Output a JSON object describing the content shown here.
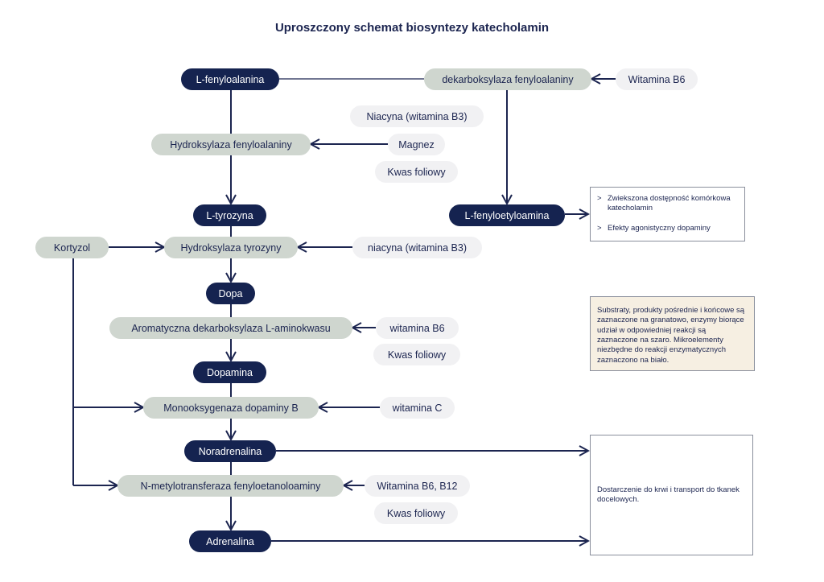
{
  "title": "Uproszczony schemat biosyntezy katecholamin",
  "substrates": {
    "l_fenyloalanina": "L-fenyloalanina",
    "l_tyrozyna": "L-tyrozyna",
    "dopa": "Dopa",
    "dopamina": "Dopamina",
    "noradrenalina": "Noradrenalina",
    "adrenalina": "Adrenalina",
    "l_fenyloetyloamina": "L-fenyloetyloamina"
  },
  "enzymes": {
    "dekarboksylaza_fenyloalaniny": "dekarboksylaza fenyloalaniny",
    "hydroksylaza_fenyloalaniny": "Hydroksylaza fenyloalaniny",
    "hydroksylaza_tyrozyny": "Hydroksylaza tyrozyny",
    "aromatyczna_dekarboksylaza": "Aromatyczna dekarboksylaza L-aminokwasu",
    "monooksygenaza": "Monooksygenaza dopaminy B",
    "n_metylotransferaza": "N-metylotransferaza fenyloetanoloaminy",
    "kortyzol": "Kortyzol"
  },
  "cofactors": {
    "witamina_b6_top": "Witamina B6",
    "niacyna_b3": "Niacyna (witamina B3)",
    "magnez": "Magnez",
    "kwas_foliowy_1": "Kwas foliowy",
    "niacyna_b3_lower": "niacyna (witamina B3)",
    "witamina_b6": "witamina B6",
    "kwas_foliowy_2": "Kwas foliowy",
    "witamina_c": "witamina C",
    "witamina_b6_b12": "Witamina B6, B12",
    "kwas_foliowy_3": "Kwas foliowy"
  },
  "notes": {
    "effects": [
      "Zwiekszona dostępność komórkowa katecholamin",
      "Efekty agonistyczny dopaminy"
    ],
    "bullet": ">",
    "legend": "Substraty, produkty pośrednie i końcowe są zaznaczone na granatowo, enzymy biorące udział w odpowiedniej reakcji są zaznaczone na szaro. Mikroelementy niezbędne do reakcji enzymatycznych zaznaczono na biało.",
    "transport": "Dostarczenie do krwi i transport do tkanek docelowych."
  },
  "colors": {
    "substrate": "#152350",
    "enzyme": "#cfd6cf",
    "cofactor": "#f1f1f3",
    "line": "#1c2550",
    "legend_bg": "#f6efe2"
  }
}
